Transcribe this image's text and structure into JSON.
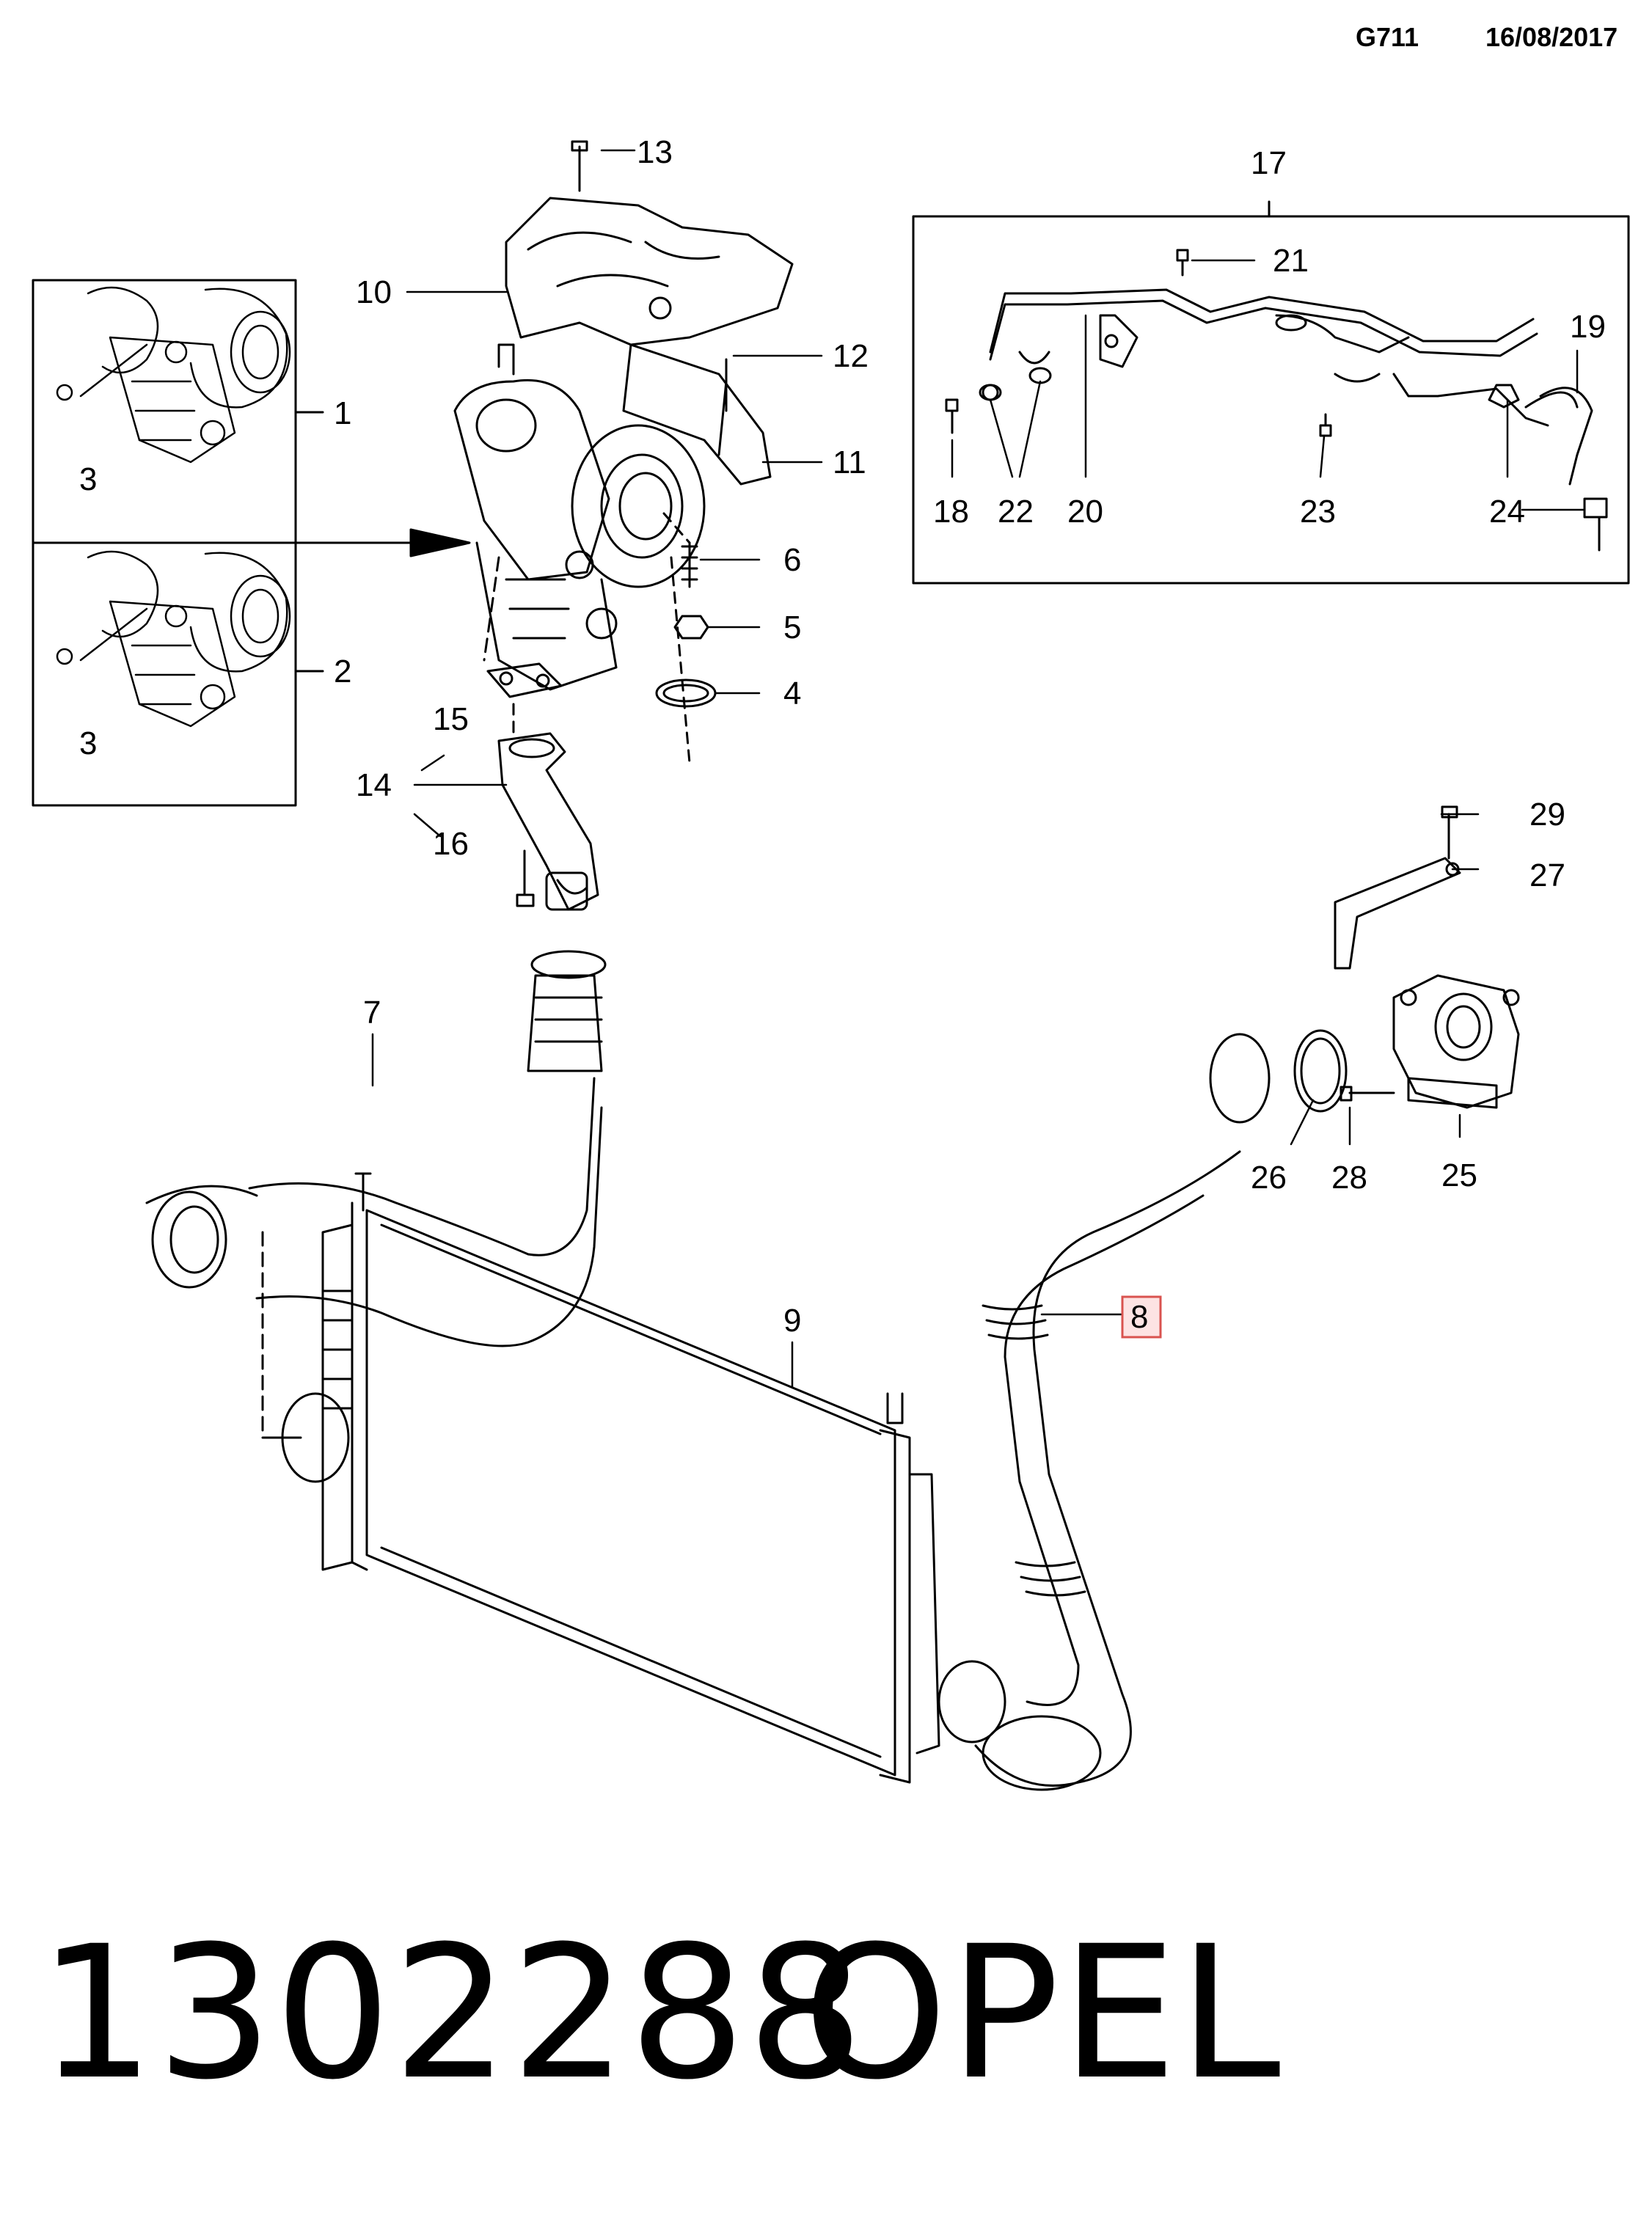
{
  "header": {
    "code": "G711",
    "date": "16/08/2017"
  },
  "callouts": {
    "c1": "1",
    "c2": "2",
    "c3a": "3",
    "c3b": "3",
    "c4": "4",
    "c5": "5",
    "c6": "6",
    "c7": "7",
    "c8": "8",
    "c9": "9",
    "c10": "10",
    "c11": "11",
    "c12": "12",
    "c13": "13",
    "c14": "14",
    "c15": "15",
    "c16": "16",
    "c17": "17",
    "c18": "18",
    "c19": "19",
    "c20": "20",
    "c21": "21",
    "c22": "22",
    "c23": "23",
    "c24": "24",
    "c25": "25",
    "c26": "26",
    "c27": "27",
    "c28": "28",
    "c29": "29"
  },
  "footer": {
    "part_number": "1302288",
    "brand": "OPEL"
  },
  "colors": {
    "highlight_fill": "#fde3e3",
    "highlight_stroke": "#d9534f",
    "line": "#000000"
  }
}
